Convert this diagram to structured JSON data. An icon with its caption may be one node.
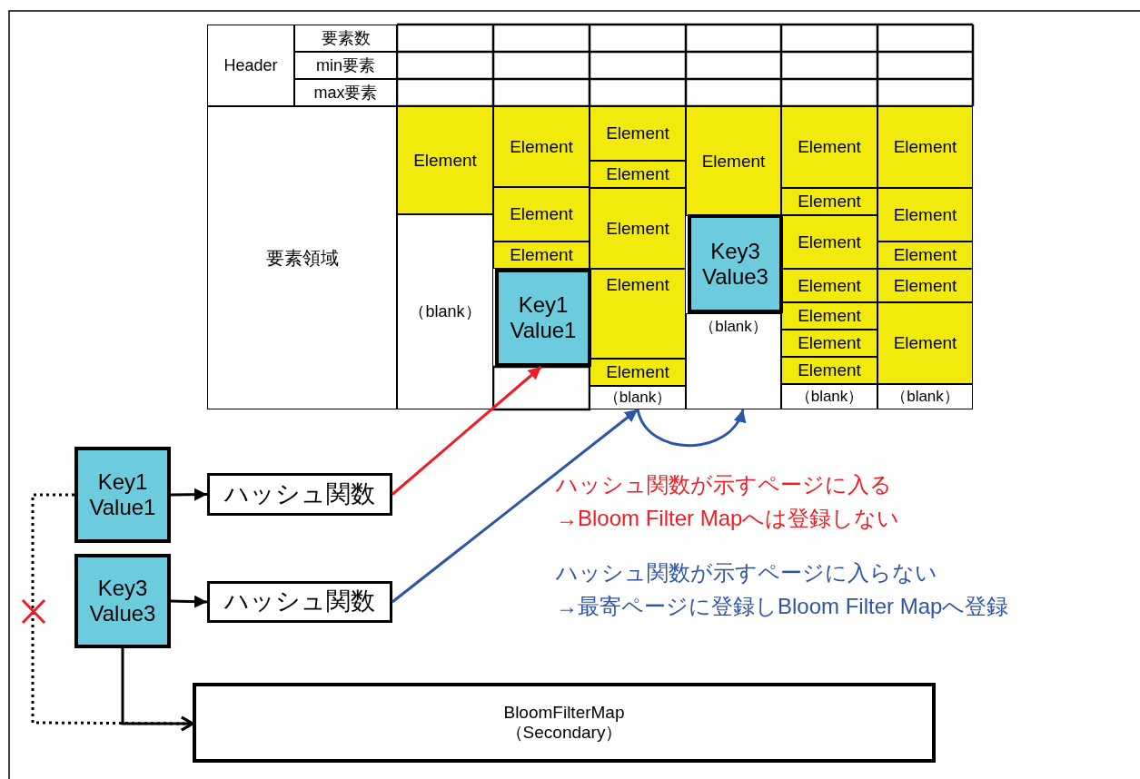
{
  "diagram": {
    "nodes": [
      {
        "text": [
          "Header"
        ]
      },
      {
        "text": [
          "要素数"
        ]
      },
      {
        "text": [
          "min要素"
        ]
      },
      {
        "text": [
          "max要素"
        ]
      },
      {
        "text": [
          "要素領域"
        ]
      },
      {
        "text": [
          "Element"
        ]
      },
      {
        "text": [
          "（blank）"
        ]
      },
      {
        "text": [
          "Element"
        ]
      },
      {
        "text": [
          "Element"
        ]
      },
      {
        "text": [
          "Element"
        ]
      },
      {
        "text": [
          "Key1 Value1"
        ]
      },
      {
        "text": [
          "Element"
        ]
      },
      {
        "text": [
          "Element"
        ]
      },
      {
        "text": [
          "Element"
        ]
      },
      {
        "text": [
          "Element"
        ]
      },
      {
        "text": [
          "Element"
        ]
      },
      {
        "text": [
          "（blank）"
        ]
      },
      {
        "text": [
          "Element"
        ]
      },
      {
        "text": [
          "（blank）"
        ]
      },
      {
        "text": [
          "Key3 Value3"
        ]
      },
      {
        "text": [
          "Element"
        ]
      },
      {
        "text": [
          "Element"
        ]
      },
      {
        "text": [
          "Element"
        ]
      },
      {
        "text": [
          "Element"
        ]
      },
      {
        "text": [
          "Element"
        ]
      },
      {
        "text": [
          "Element"
        ]
      },
      {
        "text": [
          "Element"
        ]
      },
      {
        "text": [
          "（blank）"
        ]
      },
      {
        "text": [
          "Element"
        ]
      },
      {
        "text": [
          "Element"
        ]
      },
      {
        "text": [
          "Element"
        ]
      },
      {
        "text": [
          "Element"
        ]
      },
      {
        "text": [
          "Element"
        ]
      },
      {
        "text": [
          "（blank）"
        ]
      },
      {
        "text": [
          "Key1 Value1"
        ]
      },
      {
        "text": [
          "ハッシュ関数"
        ]
      },
      {
        "text": [
          "Key3 Value3"
        ]
      },
      {
        "text": [
          "ハッシュ関数"
        ]
      },
      {
        "text": [
          "BloomFilterMap （Secondary）"
        ]
      }
    ],
    "edges": [
      {
        "from": 34,
        "to": 35,
        "arrow": "to"
      },
      {
        "from": 36,
        "to": 37,
        "arrow": "to"
      },
      {
        "from": 35,
        "to": 10,
        "arrow": "to",
        "color": "#ee1c25"
      },
      {
        "from": 37,
        "to": 16,
        "arrow": "to",
        "color": "#2e54a4"
      },
      {
        "from": 16,
        "to": 18,
        "arrow": "to",
        "color": "#2e54a4"
      },
      {
        "from": 34,
        "to": 38,
        "arrow": "to",
        "style": "dashed"
      },
      {
        "from": 36,
        "to": 38,
        "arrow": "to"
      }
    ],
    "labels": [
      "ハッシュ関数が示すページに入る",
      "→Bloom Filter Mapへは登録しない",
      "ハッシュ関数が示すページに入らない",
      "→最寄ページに登録しBloom Filter Mapへ登録"
    ]
  }
}
